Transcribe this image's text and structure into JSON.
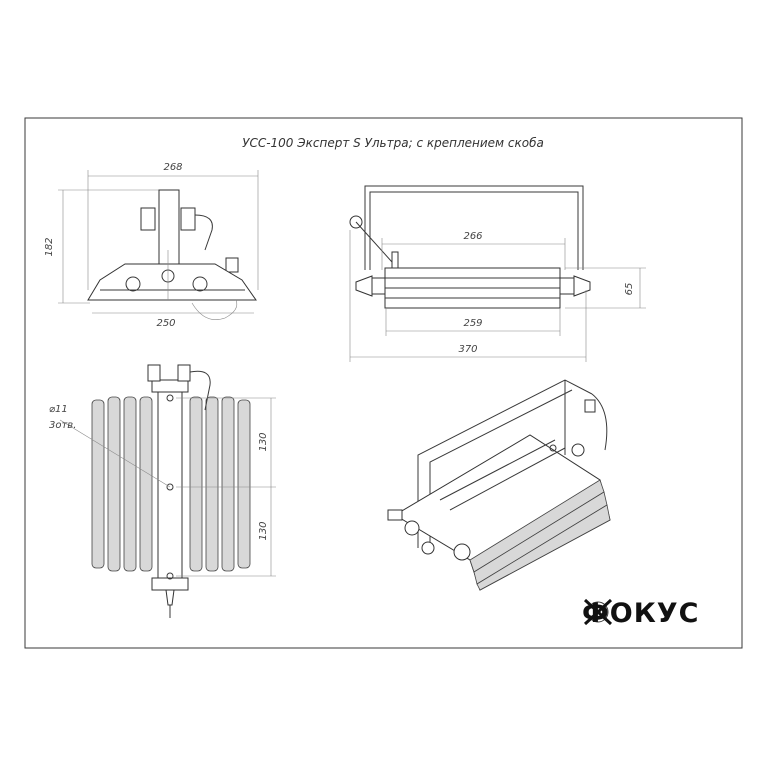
{
  "drawing": {
    "title": "УСС-100 Эксперт S Ультра; с креплением скоба",
    "brand": "ФОКУС"
  },
  "front_view": {
    "dim_width_top": "268",
    "dim_height": "182",
    "dim_width_bottom": "250"
  },
  "side_view": {
    "dim_inner_top": "266",
    "dim_body": "259",
    "dim_total": "370",
    "dim_height": "65"
  },
  "top_view": {
    "hole_diameter": "⌀11",
    "hole_count": "3отв.",
    "dim_spacing_upper": "130",
    "dim_spacing_lower": "130"
  },
  "colors": {
    "line": "#3a3a3a",
    "fin": "#d8d8d8",
    "paper": "#ffffff"
  }
}
